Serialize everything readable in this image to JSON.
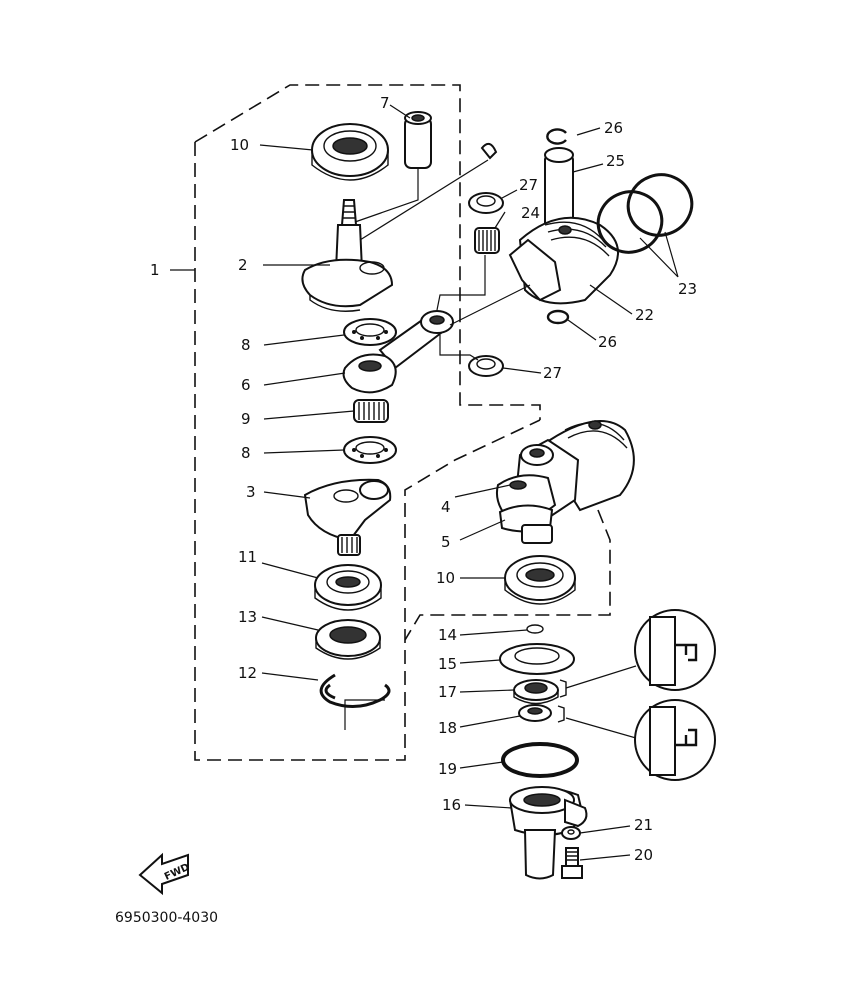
{
  "diagram_code": "6950300-4030",
  "fwd_label": "FWD",
  "callouts": {
    "p1": "1",
    "p2": "2",
    "p3": "3",
    "p4": "4",
    "p5": "5",
    "p6": "6",
    "p7": "7",
    "p8a": "8",
    "p8b": "8",
    "p9": "9",
    "p10a": "10",
    "p10b": "10",
    "p11": "11",
    "p12": "12",
    "p13": "13",
    "p14": "14",
    "p15": "15",
    "p16": "16",
    "p17": "17",
    "p18": "18",
    "p19": "19",
    "p20": "20",
    "p21": "21",
    "p22": "22",
    "p23": "23",
    "p24": "24",
    "p25": "25",
    "p26a": "26",
    "p26b": "26",
    "p27a": "27",
    "p27b": "27"
  }
}
